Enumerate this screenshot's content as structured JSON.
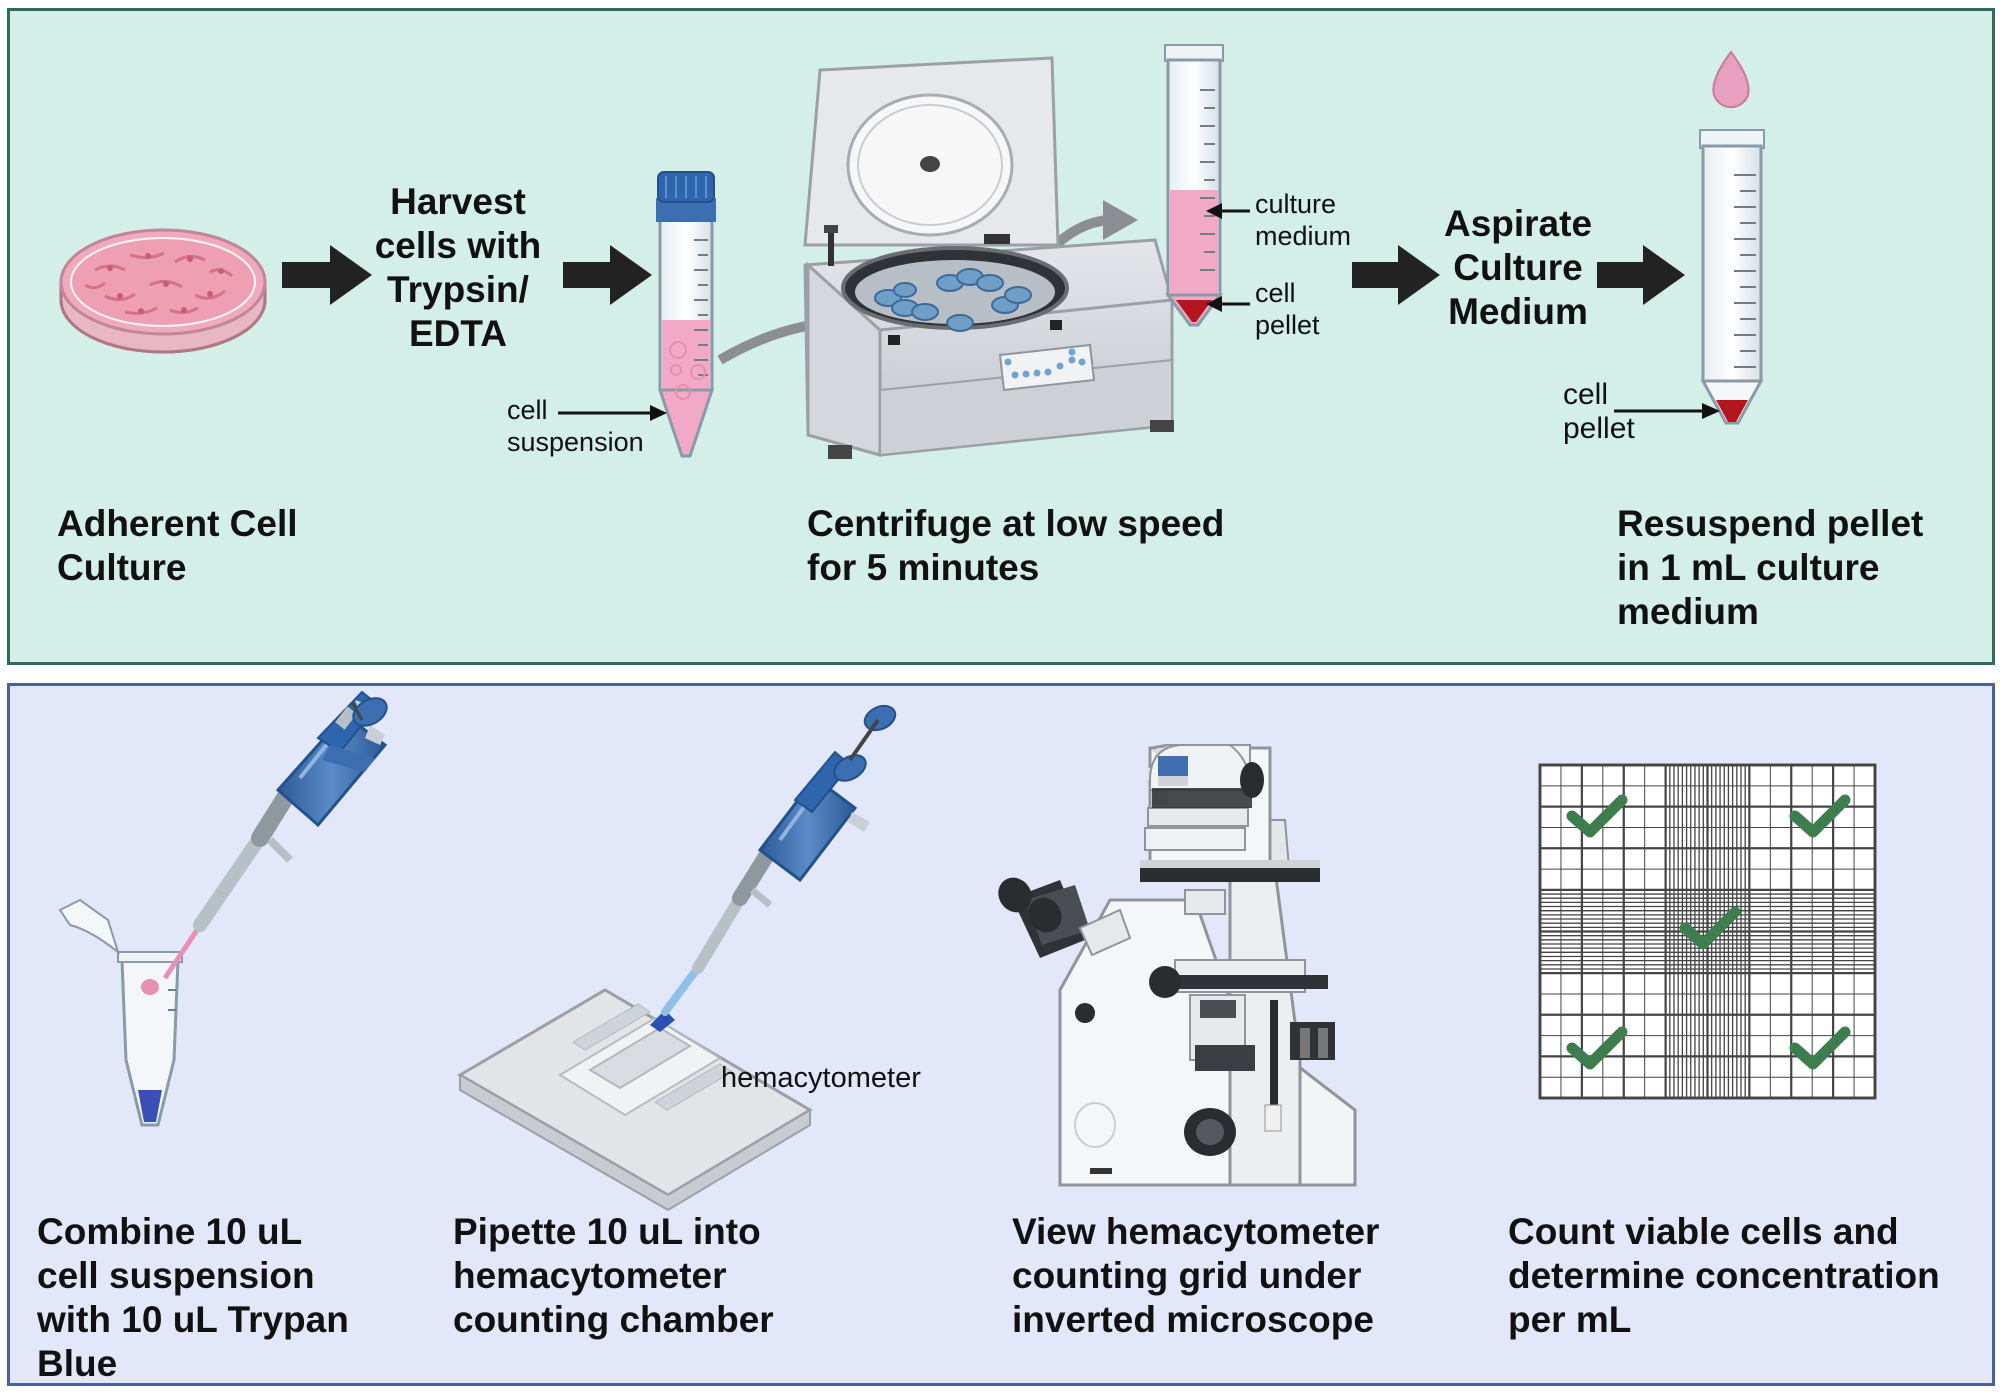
{
  "colors": {
    "top_panel_bg": "#d4eee8",
    "top_panel_border": "#2f6b5c",
    "bottom_panel_bg": "#e2e8fa",
    "bottom_panel_border": "#4b5fa2",
    "arrow": "#222222",
    "check": "#3d7d4e",
    "pink_medium": "#e7a5c2",
    "pellet": "#b3161f",
    "trypan_blue": "#3c4fb8",
    "pipette_blue": "#3f6fb0"
  },
  "icons": {
    "petri_dish": "petri-dish-icon",
    "conical_tube_capped": "conical-tube-capped-icon",
    "centrifuge": "centrifuge-icon",
    "conical_tube_open": "conical-tube-open-icon",
    "drop": "drop-icon",
    "micropipette": "micropipette-icon",
    "microtube": "microtube-icon",
    "hemacytometer": "hemacytometer-icon",
    "microscope": "inverted-microscope-icon",
    "grid": "counting-grid-icon",
    "check": "check-icon"
  },
  "top": {
    "step1": "Adherent Cell\nCulture",
    "harvest": "Harvest\ncells with\nTrypsin/\nEDTA",
    "cell_suspension": "cell\nsuspension",
    "step_centrifuge": "Centrifuge at low speed\nfor 5 minutes",
    "culture_medium": "culture\nmedium",
    "cell_pellet": "cell\npellet",
    "aspirate": "Aspirate\nCulture\nMedium",
    "cell_pellet_2": "cell\npellet",
    "resuspend": "Resuspend pellet\nin 1 mL culture\nmedium"
  },
  "bottom": {
    "combine": "Combine 10 uL\ncell suspension\nwith 10 uL Trypan\nBlue",
    "hemacytometer_label": "hemacytometer",
    "pipette": "Pipette 10 uL into\nhemacytometer\ncounting chamber",
    "view": "View hemacytometer\ncounting grid under\ninverted microscope",
    "count": "Count viable cells and\ndetermine concentration\nper mL"
  }
}
